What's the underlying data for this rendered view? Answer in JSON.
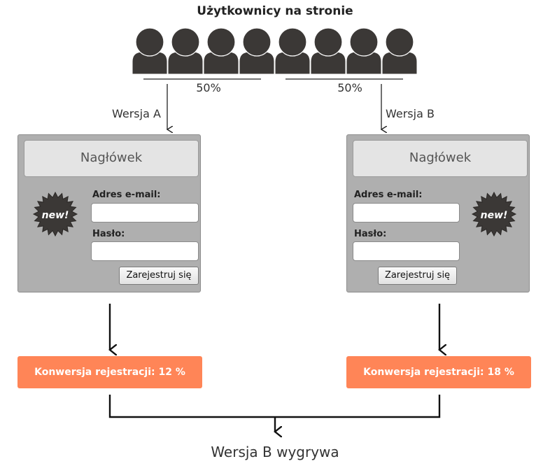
{
  "title": "Użytkownicy na stronie",
  "colors": {
    "person": "#3b3836",
    "panel": "#afafaf",
    "header_box": "#e4e4e4",
    "result": "#ff8557",
    "badge": "#3b3836"
  },
  "icons": {
    "person": "person-icon",
    "badge": "new-starburst-icon"
  },
  "split": {
    "left_percent": "50%",
    "right_percent": "50%"
  },
  "variant_a": {
    "label": "Wersja A",
    "header": "Nagłówek",
    "email_label": "Adres e-mail:",
    "password_label": "Hasło:",
    "submit": "Zarejestruj się",
    "badge": "new!",
    "result": "Konwersja rejestracji: 12 %"
  },
  "variant_b": {
    "label": "Wersja B",
    "header": "Nagłówek",
    "email_label": "Adres e-mail:",
    "password_label": "Hasło:",
    "submit": "Zarejestruj się",
    "badge": "new!",
    "result": "Konwersja rejestracji: 18 %"
  },
  "winner": "Wersja B wygrywa"
}
